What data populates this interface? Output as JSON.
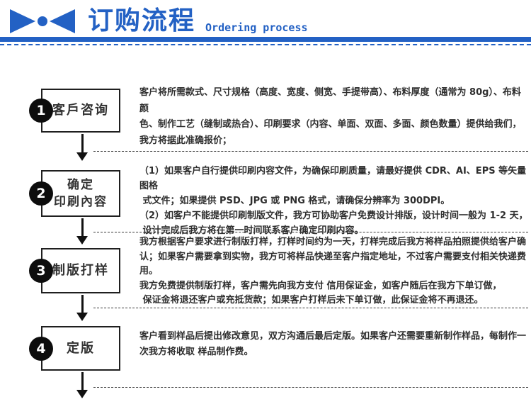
{
  "header": {
    "title": "订购流程",
    "subtitle": "Ordering process",
    "accent_color": "#2361c4"
  },
  "steps": [
    {
      "number": "1",
      "label_lines": [
        "客戶咨询"
      ],
      "text_lines": [
        "客户将所需款式、尺寸规格（高度、宽度、侧宽、手提带高）、布料厚度（通常为 80g）、布料颜",
        "色、制作工艺（缝制或热合）、印刷要求（内容、单面、双面、多面、颜色数量）提供给我们，",
        "我方将据此准确报价；"
      ]
    },
    {
      "number": "2",
      "label_lines": [
        "确定",
        "印刷內容"
      ],
      "text_lines": [
        "（1）如果客户自行提供印刷内容文件，为确保印刷质量，请最好提供 CDR、AI、EPS 等矢量图格",
        " 式文件；如果提供 PSD、JPG 或 PNG 格式，请确保分辨率为 300DPI。",
        "（2）如客户不能提供印刷制版文件，我方可协助客户免费设计排版，设计时间一般为 1-2 天，",
        " 设计完成后我方将在第一时间联系客户确定印刷内容。"
      ]
    },
    {
      "number": "3",
      "label_lines": [
        "制版打样"
      ],
      "text_lines": [
        "我方根据客户要求进行制版打样，打样时间约为一天，打样完成后我方将样品拍照提供给客户确",
        "认；如果客户需要拿到实物，我方可将样品快递至客户指定地址，不过客户需要支付相关快递费",
        "用。",
        "我方免费提供制版打样，客户需先向我方支付 信用保证金，如客户随后在我方下单订做，",
        " 保证金将退还客户或充抵货款；如果客户打样后未下单订做，此保证金将不再退还。"
      ]
    },
    {
      "number": "4",
      "label_lines": [
        "定版"
      ],
      "text_lines": [
        "客户看到样品后提出修改意见，双方沟通后最后定版。如果客户还需要重新制作样品，每制作一",
        "次我方将收取 样品制作费。"
      ]
    }
  ]
}
